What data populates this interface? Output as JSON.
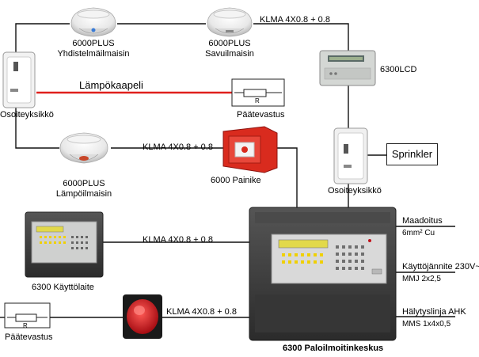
{
  "devices": {
    "multi_detector": {
      "model": "6000PLUS",
      "name": "Yhdistelmäilmaisin"
    },
    "smoke_detector": {
      "model": "6000PLUS",
      "name": "Savuilmaisin"
    },
    "heat_detector": {
      "model": "6000PLUS",
      "name": "Lämpöilmaisin"
    },
    "address_unit_left": "Osoiteyksikkö",
    "address_unit_right": "Osoiteyksikkö",
    "heat_cable": "Lämpökaapeli",
    "end_resistor_top": "Päätevastus",
    "end_resistor_bottom": "Päätevastus",
    "resistor_symbol": "R",
    "lcd_unit": "6300LCD",
    "sprinkler": "Sprinkler",
    "call_point": "6000 Painike",
    "operator_panel": "6300 Käyttölaite",
    "control_panel": "6300 Paloilmoitinkeskus"
  },
  "cables": {
    "top": "KLMA 4X0.8 + 0.8",
    "middle": "KLMA 4X0.8 + 0.8",
    "panel": "KLMA 4X0.8 + 0.8",
    "siren": "KLMA 4X0.8 + 0.8"
  },
  "connections": {
    "ground": "Maadoitus",
    "ground_cable": "6mm² Cu",
    "supply": "Käyttöjännite 230V~",
    "supply_cable": "MMJ 2x2,5",
    "alarm_line": "Hälytyslinja AHK",
    "alarm_cable": "MMS 1x4x0,5"
  },
  "colors": {
    "wire": "#111111",
    "heat_cable": "#e0201c",
    "call_point": "#d92b1e",
    "siren": "#c4121a",
    "panel_body": "#3d3d3d",
    "panel_face": "#d9d9d9",
    "display": "#e2d94a"
  }
}
